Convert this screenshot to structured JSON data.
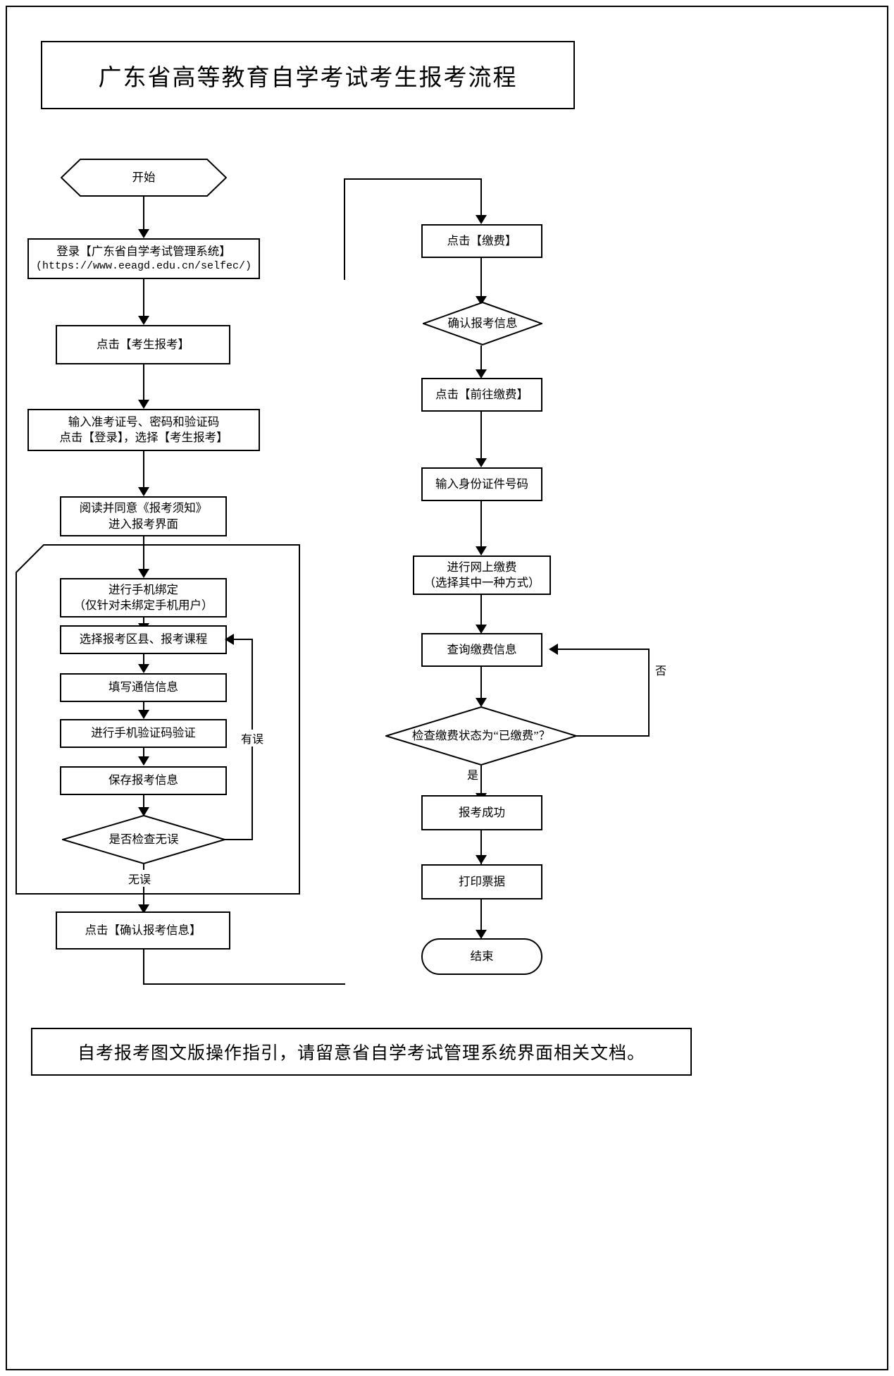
{
  "document": {
    "title": "广东省高等教育自学考试考生报考流程",
    "footer_note": "自考报考图文版操作指引，请留意省自学考试管理系统界面相关文档。"
  },
  "flowchart": {
    "left_column": {
      "start": {
        "label": "开始",
        "shape": "hexagon"
      },
      "login": {
        "line1": "登录【广东省自学考试管理系统】",
        "line2": "(https://www.eeagd.edu.cn/selfec/)",
        "shape": "rect"
      },
      "click_apply": {
        "label": "点击【考生报考】",
        "shape": "rect"
      },
      "enter_credentials": {
        "line1": "输入准考证号、密码和验证码",
        "line2": "点击【登录】，选择【考生报考】",
        "shape": "rect"
      },
      "read_notice": {
        "line1": "阅读并同意《报考须知》",
        "line2": "进入报考界面",
        "shape": "rect"
      },
      "bind_phone": {
        "line1": "进行手机绑定",
        "line2": "（仅针对未绑定手机用户）",
        "shape": "rect"
      },
      "select_district": {
        "label": "选择报考区县、报考课程",
        "shape": "rect"
      },
      "fill_contact": {
        "label": "填写通信信息",
        "shape": "rect"
      },
      "verify_sms": {
        "label": "进行手机验证码验证",
        "shape": "rect"
      },
      "save_info": {
        "label": "保存报考信息",
        "shape": "rect"
      },
      "check_decision": {
        "label": "是否检查无误",
        "shape": "diamond"
      },
      "confirm_info": {
        "label": "点击【确认报考信息】",
        "shape": "rect"
      },
      "edge_error": "有误",
      "edge_ok": "无误"
    },
    "right_column": {
      "click_pay": {
        "label": "点击【缴费】",
        "shape": "rect"
      },
      "confirm_apply_info": {
        "label": "确认报考信息",
        "shape": "diamond"
      },
      "click_goto_pay": {
        "label": "点击【前往缴费】",
        "shape": "rect"
      },
      "enter_id_number": {
        "label": "输入身份证件号码",
        "shape": "rect"
      },
      "online_payment": {
        "line1": "进行网上缴费",
        "line2": "（选择其中一种方式）",
        "shape": "rect"
      },
      "query_payment": {
        "label": "查询缴费信息",
        "shape": "rect"
      },
      "payment_status_decision": {
        "line1": "检查缴费状态",
        "line2": "为“已缴费”？",
        "shape": "diamond"
      },
      "apply_success": {
        "label": "报考成功",
        "shape": "rect"
      },
      "print_receipt": {
        "label": "打印票据",
        "shape": "rect"
      },
      "end": {
        "label": "结束",
        "shape": "stadium"
      },
      "edge_no": "否",
      "edge_yes": "是"
    }
  },
  "colors": {
    "stroke": "#000000",
    "background": "#ffffff",
    "text": "#000000"
  }
}
